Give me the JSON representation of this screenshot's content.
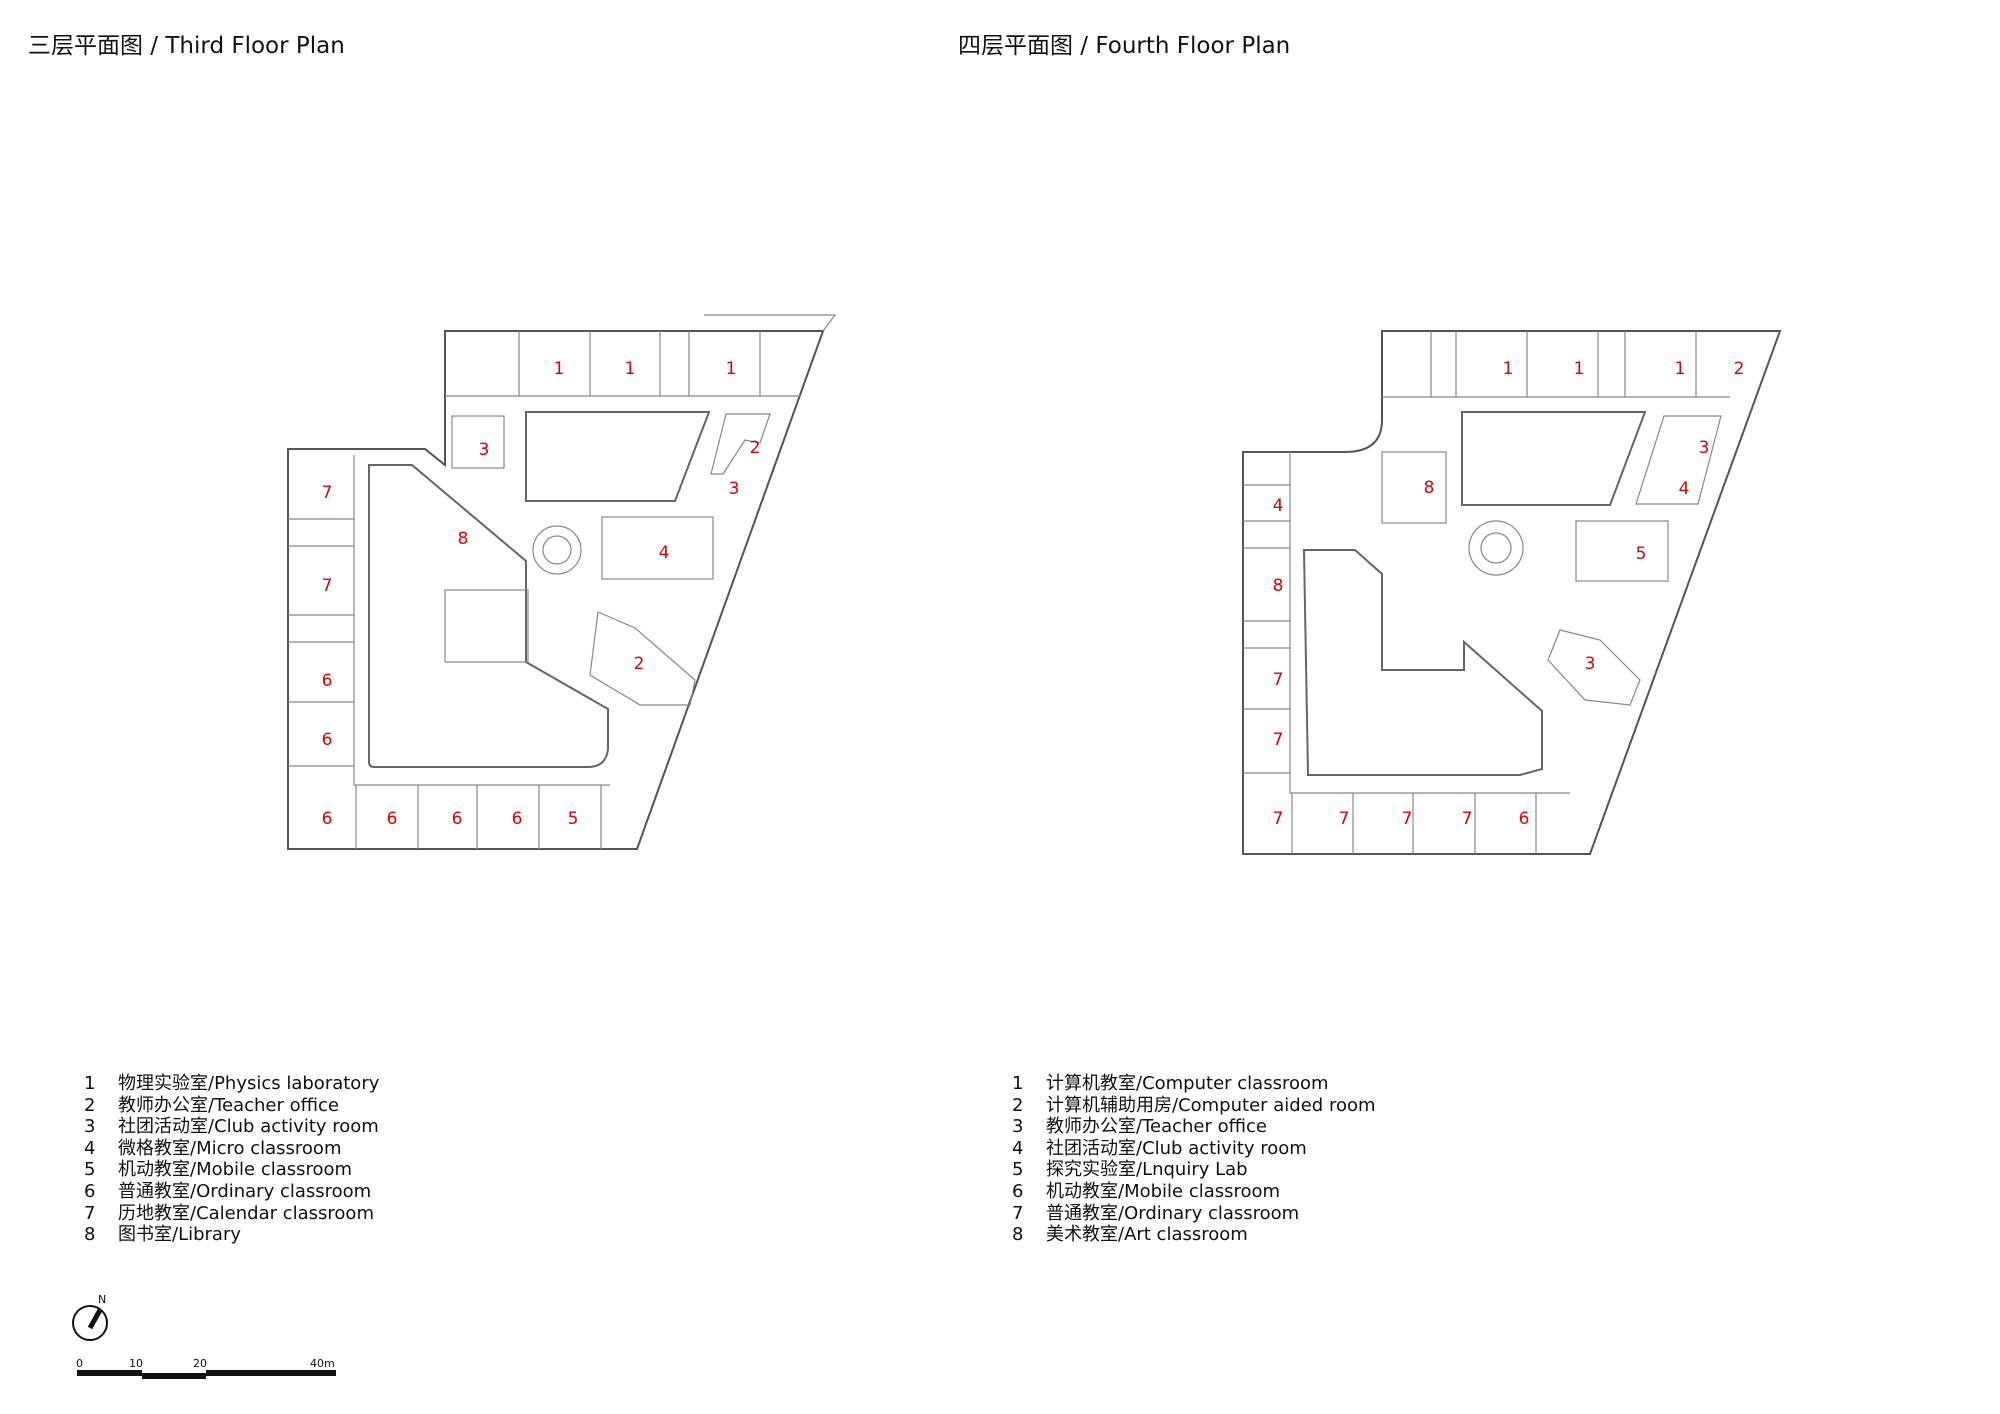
{
  "plans": [
    {
      "title": "三层平面图 / Third Floor Plan",
      "rooms": [
        "1",
        "1",
        "1",
        "3",
        "2",
        "3",
        "7",
        "8",
        "4",
        "7",
        "2",
        "6",
        "6",
        "6",
        "6",
        "6",
        "6",
        "5"
      ],
      "legend": [
        {
          "num": "1",
          "label": "物理实验室/Physics laboratory"
        },
        {
          "num": "2",
          "label": "教师办公室/Teacher office"
        },
        {
          "num": "3",
          "label": "社团活动室/Club activity room"
        },
        {
          "num": "4",
          "label": "微格教室/Micro classroom"
        },
        {
          "num": "5",
          "label": "机动教室/Mobile classroom"
        },
        {
          "num": "6",
          "label": "普通教室/Ordinary classroom"
        },
        {
          "num": "7",
          "label": "历地教室/Calendar classroom"
        },
        {
          "num": "8",
          "label": "图书室/Library"
        }
      ]
    },
    {
      "title": "四层平面图 / Fourth Floor Plan",
      "rooms": [
        "1",
        "1",
        "1",
        "2",
        "3",
        "4",
        "8",
        "4",
        "5",
        "8",
        "3",
        "7",
        "7",
        "7",
        "7",
        "7",
        "7",
        "6"
      ],
      "legend": [
        {
          "num": "1",
          "label": "计算机教室/Computer classroom"
        },
        {
          "num": "2",
          "label": "计算机辅助用房/Computer aided room"
        },
        {
          "num": "3",
          "label": "教师办公室/Teacher office"
        },
        {
          "num": "4",
          "label": "社团活动室/Club activity room"
        },
        {
          "num": "5",
          "label": "探究实验室/Lnquiry Lab"
        },
        {
          "num": "6",
          "label": "机动教室/Mobile classroom"
        },
        {
          "num": "7",
          "label": "普通教室/Ordinary classroom"
        },
        {
          "num": "8",
          "label": "美术教室/Art classroom"
        }
      ]
    }
  ],
  "north_label": "N",
  "scale_bar": {
    "ticks": [
      "0",
      "10",
      "20",
      "40m"
    ]
  },
  "colors": {
    "room_label": "#e00000",
    "walls": "#555555"
  }
}
